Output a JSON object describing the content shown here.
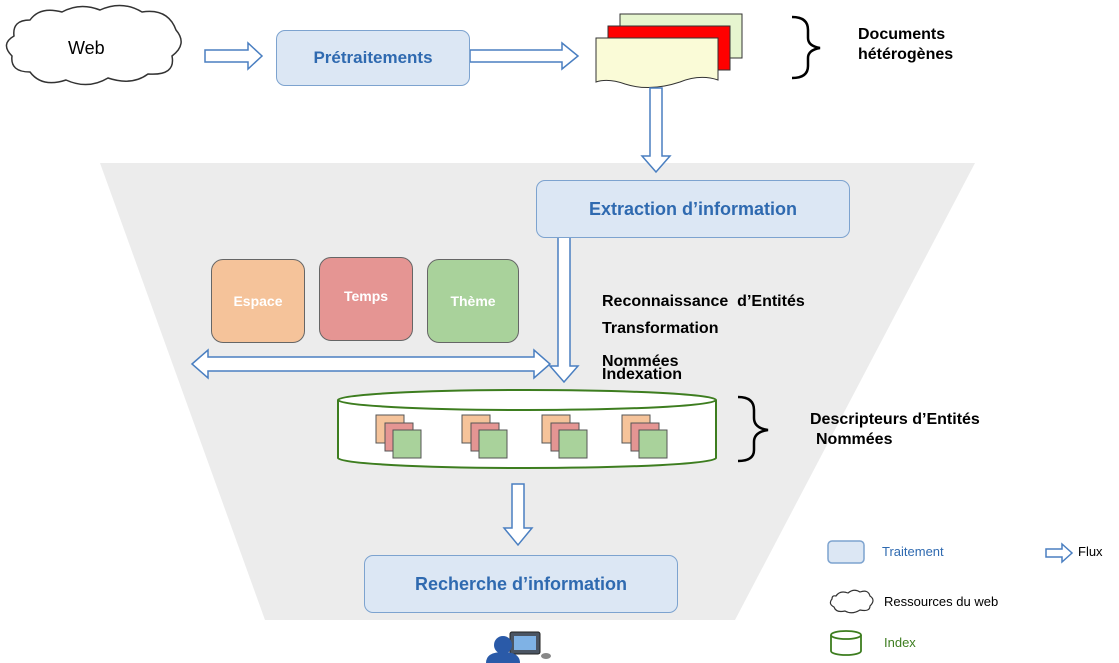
{
  "nodes": {
    "web": "Web",
    "pretraitements": "Prétraitements",
    "documents_line1": "Documents",
    "documents_line2": "hétérogènes",
    "extraction": "Extraction d’information",
    "recherche": "Recherche d’information",
    "descripteurs_line1": "Descripteurs d’Entités",
    "descripteurs_line2": "Nommées"
  },
  "steps": {
    "ren_line1": "Reconnaissance  d’Entités",
    "ren_line2": "Nommées",
    "transformation": "Transformation",
    "indexation": "Indexation"
  },
  "categories": {
    "espace": "Espace",
    "temps": "Temps",
    "theme": "Thème"
  },
  "legend": {
    "traitement": "Traitement",
    "flux": "Flux",
    "ressources": "Ressources du web",
    "index": "Index"
  },
  "colors": {
    "process_fill": "#dce7f4",
    "process_text": "#2f6ab0",
    "espace": "#f5c39a",
    "temps": "#e59593",
    "theme": "#a9d29b",
    "index_border": "#3d7d1f",
    "funnel": "#ececec",
    "doc_red": "#ff0000",
    "doc_yellow": "#fafbd7",
    "doc_green": "#e6f5cf"
  }
}
